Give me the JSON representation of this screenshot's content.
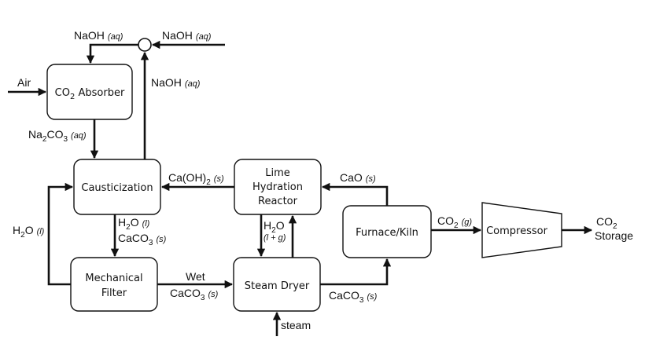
{
  "boxes": {
    "absorber": {
      "main": "CO",
      "sub": "2",
      "tail": " Absorber"
    },
    "causticization": "Causticization",
    "lime_line1": "Lime",
    "lime_line2": "Hydration",
    "lime_line3": "Reactor",
    "furnace": "Furnace/Kiln",
    "compressor": "Compressor",
    "filter_line1": "Mechanical",
    "filter_line2": "Filter",
    "dryer": "Steam Dryer"
  },
  "labels": {
    "naoh_top_left": {
      "text": "NaOH",
      "phase": "(aq)"
    },
    "naoh_top_right": {
      "text": "NaOH",
      "phase": "(aq)"
    },
    "naoh_mid": {
      "text": "NaOH",
      "phase": "(aq)"
    },
    "air": "Air",
    "na2co3": {
      "a": "Na",
      "b": "2",
      "c": "CO",
      "d": "3",
      "phase": "(aq)"
    },
    "caoh2": {
      "a": "Ca(OH)",
      "b": "2",
      "phase": "(s)"
    },
    "cao": {
      "text": "CaO",
      "phase": "(s)"
    },
    "h2o_left": {
      "a": "H",
      "b": "2",
      "c": "O",
      "phase": "(l)"
    },
    "h2o_mid": {
      "a": "H",
      "b": "2",
      "c": "O",
      "phase": "(l)"
    },
    "caco3_mid": {
      "a": "CaCO",
      "b": "3",
      "phase": "(s)"
    },
    "h2o_right": {
      "a": "H",
      "b": "2",
      "c": "O",
      "phase": "(l + g)"
    },
    "wet": "Wet",
    "caco3_wet": {
      "a": "CaCO",
      "b": "3",
      "phase": "(s)"
    },
    "caco3_bottom": {
      "a": "CaCO",
      "b": "3",
      "phase": "(s)"
    },
    "co2_g": {
      "a": "CO",
      "b": "2",
      "phase": "(g)"
    },
    "co2_storage": {
      "a": "CO",
      "b": "2",
      "c": "Storage"
    },
    "steam": "steam"
  }
}
